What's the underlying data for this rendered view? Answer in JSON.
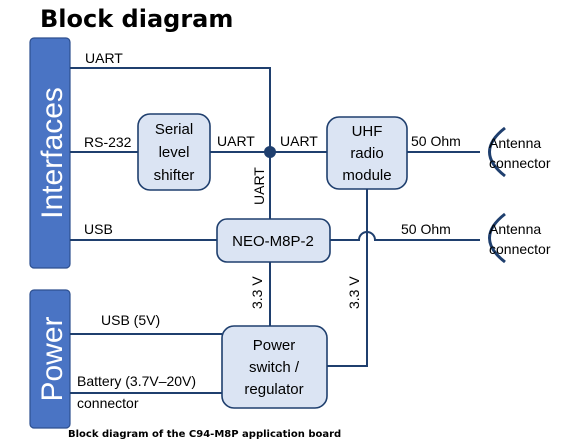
{
  "title": "Block diagram",
  "caption": "Block diagram of the C94-M8P application board",
  "groups": {
    "interfaces": "Interfaces",
    "power": "Power"
  },
  "blocks": {
    "serial_line1": "Serial",
    "serial_line2": "level",
    "serial_line3": "shifter",
    "uhf_line1": "UHF",
    "uhf_line2": "radio",
    "uhf_line3": "module",
    "neo": "NEO-M8P-2",
    "power_line1": "Power",
    "power_line2": "switch /",
    "power_line3": "regulator"
  },
  "connectors": {
    "antenna1_line1": "Antenna",
    "antenna1_line2": "connector",
    "antenna2_line1": "Antenna",
    "antenna2_line2": "connector"
  },
  "signals": {
    "uart_top": "UART",
    "rs232": "RS-232",
    "uart_shifter": "UART",
    "uart_uhf": "UART",
    "uart_vertical": "UART",
    "ohm_uhf": "50 Ohm",
    "usb": "USB",
    "ohm_neo": "50 Ohm",
    "v33_left": "3.3 V",
    "v33_right": "3.3 V",
    "usb5v": "USB (5V)",
    "battery_line1": "Battery (3.7V–20V)",
    "battery_line2": "connector"
  }
}
